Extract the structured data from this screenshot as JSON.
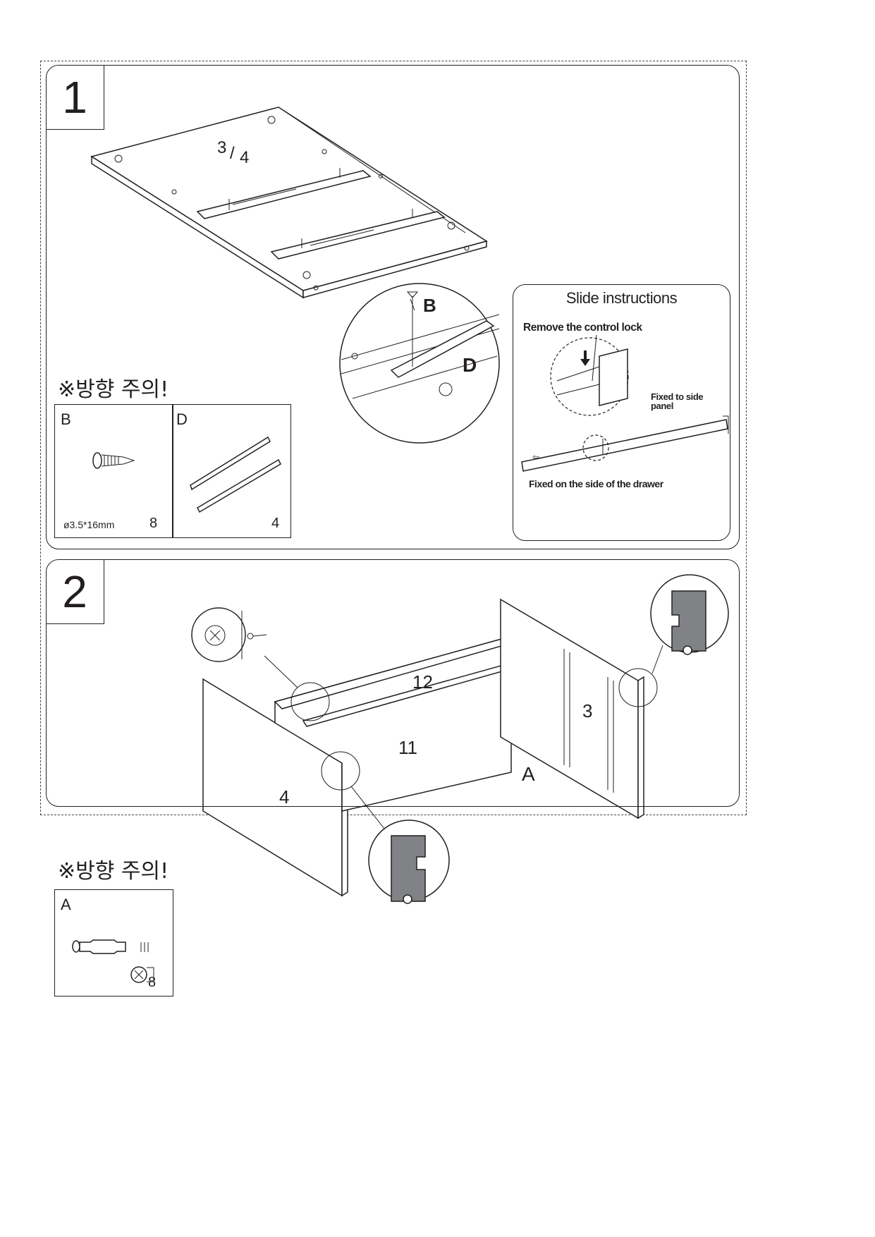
{
  "step1": {
    "number": "1",
    "panel_label_a": "3",
    "panel_label_b": "4",
    "detail_screw_label": "B",
    "detail_slide_label": "D",
    "direction_note": "※방향 주의!",
    "parts": [
      {
        "letter": "B",
        "spec": "ø3.5*16mm",
        "qty": "8",
        "icon": "screw-icon"
      },
      {
        "letter": "D",
        "spec": "",
        "qty": "4",
        "icon": "drawer-slide-icon"
      }
    ],
    "slide_instructions": {
      "title": "Slide instructions",
      "remove_lock": "Remove the control lock",
      "fixed_side_panel": "Fixed to side panel",
      "fixed_drawer": "Fixed on the side of the drawer"
    }
  },
  "step2": {
    "number": "2",
    "labels": {
      "p12": "12",
      "p11": "11",
      "p3": "3",
      "p4": "4",
      "fitting": "A"
    },
    "direction_note": "※방향 주의!",
    "parts": [
      {
        "letter": "A",
        "qty": "8",
        "icon": "cam-lock-fitting-icon"
      }
    ]
  }
}
